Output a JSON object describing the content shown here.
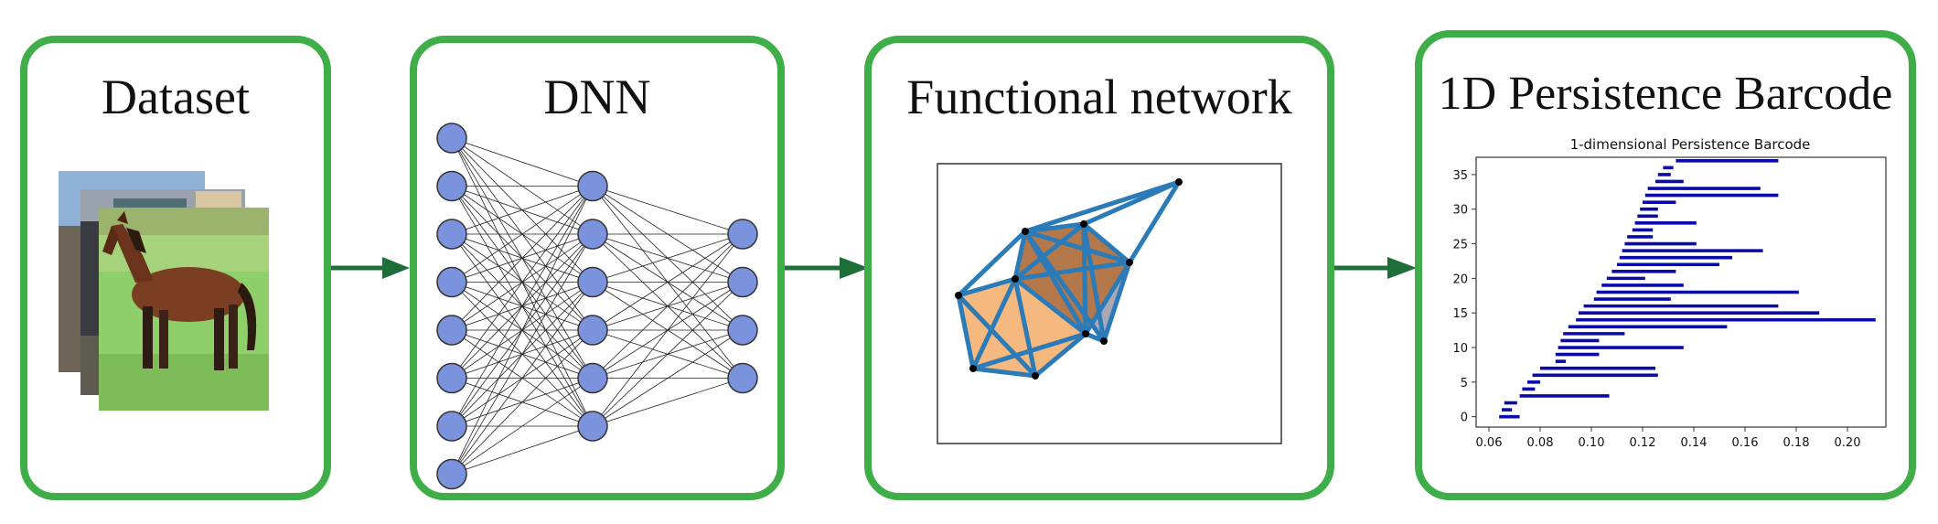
{
  "panels": {
    "dataset": {
      "title": "Dataset"
    },
    "dnn": {
      "title": "DNN"
    },
    "functional": {
      "title": "Functional network"
    },
    "barcode": {
      "title": "1D Persistence Barcode"
    }
  },
  "colors": {
    "panel_border": "#3fae49",
    "arrow": "#1e6e3a",
    "neuron_fill": "#7b93dc",
    "edge_blue": "#2b7bb9",
    "face_orange": "#f5b97f",
    "face_brown": "#b5784a",
    "face_grey": "#a9a9b5",
    "bar_blue": "#0a0aa8"
  },
  "dnn": {
    "layers": [
      8,
      6,
      4
    ]
  },
  "chart_data": {
    "type": "barcode",
    "title": "1-dimensional Persistence Barcode",
    "xlim": [
      0.055,
      0.215
    ],
    "ylim": [
      -1.5,
      37.5
    ],
    "xticks": [
      "0.06",
      "0.08",
      "0.10",
      "0.12",
      "0.14",
      "0.16",
      "0.18",
      "0.20"
    ],
    "yticks": [
      "0",
      "5",
      "10",
      "15",
      "20",
      "25",
      "30",
      "35"
    ],
    "bars": [
      [
        0.064,
        0.072
      ],
      [
        0.065,
        0.069
      ],
      [
        0.066,
        0.071
      ],
      [
        0.072,
        0.107
      ],
      [
        0.073,
        0.078
      ],
      [
        0.075,
        0.08
      ],
      [
        0.077,
        0.126
      ],
      [
        0.08,
        0.125
      ],
      [
        0.086,
        0.09
      ],
      [
        0.086,
        0.103
      ],
      [
        0.087,
        0.136
      ],
      [
        0.088,
        0.103
      ],
      [
        0.089,
        0.113
      ],
      [
        0.091,
        0.153
      ],
      [
        0.094,
        0.211
      ],
      [
        0.095,
        0.189
      ],
      [
        0.097,
        0.173
      ],
      [
        0.101,
        0.131
      ],
      [
        0.102,
        0.181
      ],
      [
        0.104,
        0.136
      ],
      [
        0.106,
        0.121
      ],
      [
        0.108,
        0.133
      ],
      [
        0.11,
        0.15
      ],
      [
        0.111,
        0.155
      ],
      [
        0.112,
        0.167
      ],
      [
        0.113,
        0.141
      ],
      [
        0.114,
        0.124
      ],
      [
        0.116,
        0.124
      ],
      [
        0.117,
        0.141
      ],
      [
        0.118,
        0.126
      ],
      [
        0.119,
        0.126
      ],
      [
        0.12,
        0.133
      ],
      [
        0.121,
        0.173
      ],
      [
        0.122,
        0.166
      ],
      [
        0.125,
        0.136
      ],
      [
        0.126,
        0.131
      ],
      [
        0.128,
        0.132
      ],
      [
        0.133,
        0.173
      ]
    ]
  }
}
